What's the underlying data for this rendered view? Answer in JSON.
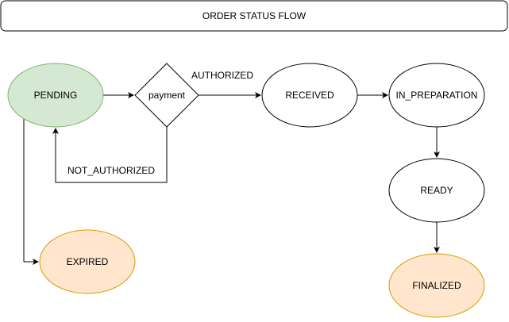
{
  "title": "ORDER STATUS FLOW",
  "nodes": {
    "pending": {
      "label": "PENDING",
      "fill": "#d5e8d4",
      "stroke": "#82b366"
    },
    "payment": {
      "label": "payment",
      "fill": "#ffffff",
      "stroke": "#000000"
    },
    "received": {
      "label": "RECEIVED",
      "fill": "#ffffff",
      "stroke": "#000000"
    },
    "in_preparation": {
      "label": "IN_PREPARATION",
      "fill": "#ffffff",
      "stroke": "#000000"
    },
    "ready": {
      "label": "READY",
      "fill": "#ffffff",
      "stroke": "#000000"
    },
    "expired": {
      "label": "EXPIRED",
      "fill": "#ffe6cc",
      "stroke": "#d79b00"
    },
    "finalized": {
      "label": "FINALIZED",
      "fill": "#ffe6cc",
      "stroke": "#d79b00"
    }
  },
  "edges": {
    "authorized": "AUTHORIZED",
    "not_authorized": "NOT_AUTHORIZED"
  }
}
